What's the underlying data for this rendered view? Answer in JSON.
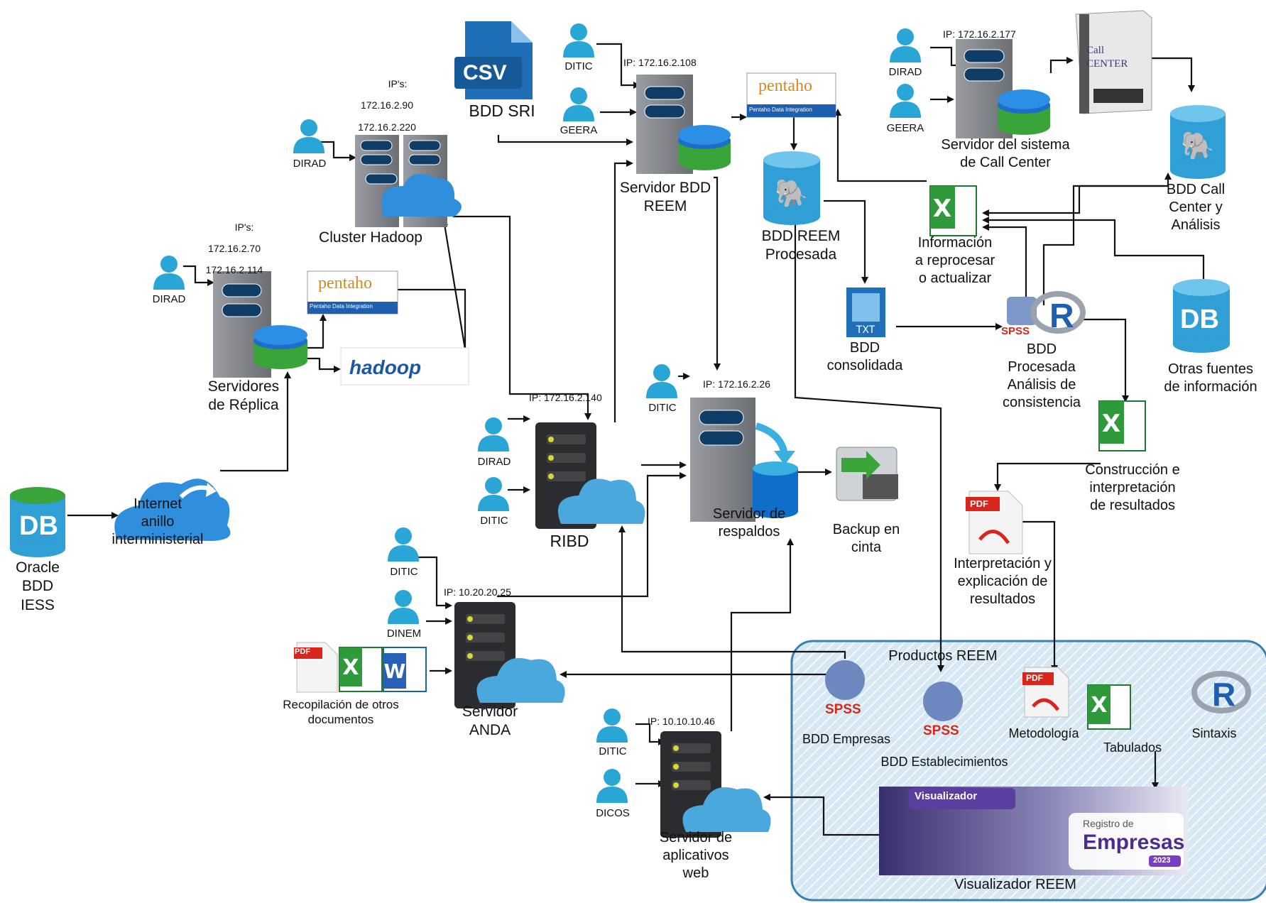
{
  "nodes": {
    "oracle": {
      "text": "DB",
      "label": [
        "Oracle",
        "BDD",
        "IESS"
      ]
    },
    "internet": {
      "label": [
        "Internet",
        "anillo",
        "interministerial"
      ]
    },
    "replica": {
      "ip_title": "IP's:",
      "ips": [
        "172.16.2.70",
        "172.16.2.114"
      ],
      "label": [
        "Servidores",
        "de Réplica"
      ],
      "user": "DIRAD"
    },
    "pentaho_left": {
      "text": "pentaho",
      "sub": "Pentaho Data Integration"
    },
    "hadoop_logo": {
      "text": "hadoop"
    },
    "cluster": {
      "ip_title": "IP's:",
      "ips": [
        "172.16.2.90",
        "172.16.2.220"
      ],
      "label": "Cluster Hadoop",
      "user": "DIRAD"
    },
    "csv": {
      "text": "CSV",
      "label": "BDD SRI"
    },
    "reem_server": {
      "ip": "IP: 172.16.2.108",
      "label": [
        "Servidor BDD",
        "REEM"
      ],
      "users": [
        "DITIC",
        "GEERA"
      ]
    },
    "pentaho_top": {
      "text": "pentaho",
      "sub": "Pentaho Data Integration"
    },
    "reem_procesada": {
      "label": [
        "BDD REEM",
        "Procesada"
      ]
    },
    "consolidada": {
      "text": "TXT",
      "label": [
        "BDD",
        "consolidada"
      ]
    },
    "callcenter_server": {
      "ip": "IP: 172.16.2.177",
      "label": [
        "Servidor del sistema",
        "de Call Center"
      ],
      "users": [
        "DIRAD",
        "GEERA"
      ]
    },
    "callcenter_box": {
      "text": "Call CENTER"
    },
    "bdd_callcenter": {
      "label": [
        "BDD Call",
        "Center y",
        "Análisis"
      ]
    },
    "info_reprocesar": {
      "label": [
        "Información",
        "a reprocesar",
        "o actualizar"
      ]
    },
    "procesada_analisis": {
      "label": [
        "BDD",
        "Procesada",
        "Análisis de",
        "consistencia"
      ],
      "spss": "SPSS",
      "r": "R"
    },
    "otras_fuentes": {
      "text": "DB",
      "label": [
        "Otras fuentes",
        "de información"
      ]
    },
    "construccion": {
      "label": [
        "Construcción e",
        "interpretación",
        "de resultados"
      ]
    },
    "interpretacion": {
      "pdf": "PDF",
      "label": [
        "Interpretación y",
        "explicación de",
        "resultados"
      ]
    },
    "ribd": {
      "ip": "IP: 172.16.2.140",
      "label": "RIBD",
      "users": [
        "DIRAD",
        "DITIC"
      ]
    },
    "respaldos": {
      "ip": "IP: 172.16.2.26",
      "label": [
        "Servidor de",
        "respaldos"
      ],
      "user": "DITIC"
    },
    "backup": {
      "label": [
        "Backup en",
        "cinta"
      ]
    },
    "anda": {
      "ip": "IP: 10.20.20.25",
      "label": [
        "Servidor",
        "ANDA"
      ],
      "users": [
        "DITIC",
        "DINEM"
      ]
    },
    "otros_docs": {
      "label": [
        "Recopilación de otros",
        "documentos"
      ],
      "pdf": "PDF"
    },
    "web_server": {
      "ip": "IP: 10.10.10.46",
      "label": [
        "Servidor de",
        "aplicativos",
        "web"
      ],
      "users": [
        "DITIC",
        "DICOS"
      ]
    },
    "productos": {
      "title": "Productos REEM",
      "items": [
        "BDD Empresas",
        "BDD Establecimientos",
        "Metodología",
        "Tabulados",
        "Sintaxis"
      ],
      "spss": "SPSS",
      "pdf": "PDF",
      "r": "R",
      "viz_badge": "Visualizador",
      "viz_reg": "Registro de",
      "viz_emp": "Empresas",
      "viz_year": "2023",
      "viz_label": "Visualizador REEM"
    }
  },
  "colors": {
    "user": "#2aa6d6",
    "server": "#7a7d82",
    "server_dark": "#2b2c30",
    "cloud": "#3c99dc",
    "db": "#2f9fd6",
    "green": "#3aa33a",
    "excel": "#1f7a2f",
    "pdf": "#d9261c",
    "products_bg": "#cfe3ee",
    "products_border": "#3a7fae"
  }
}
